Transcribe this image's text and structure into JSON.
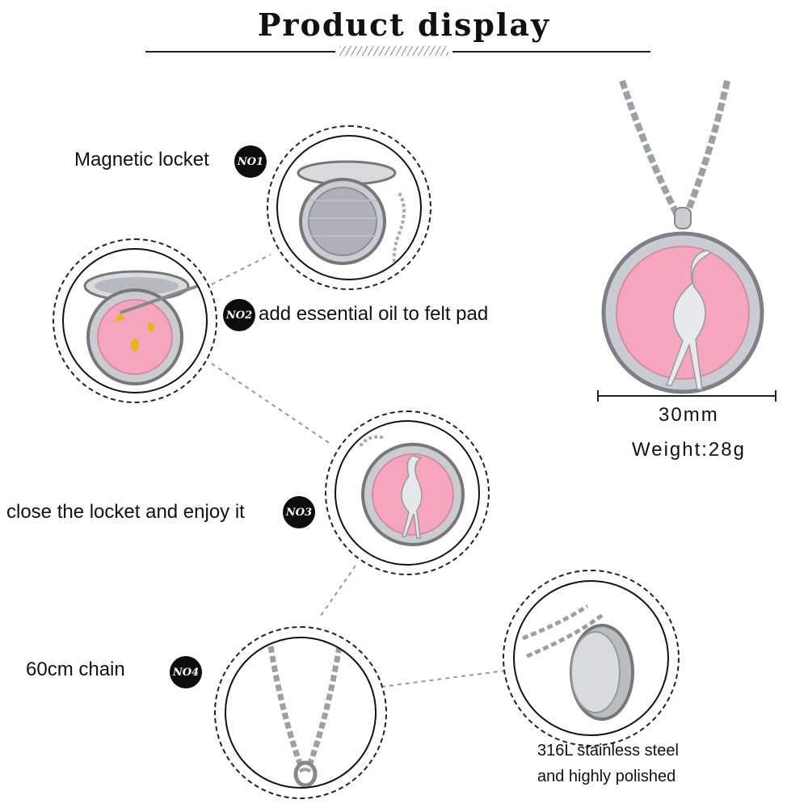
{
  "header": {
    "title": "Product display"
  },
  "steps": [
    {
      "badge": "NO1",
      "label": "Magnetic locket"
    },
    {
      "badge": "NO2",
      "label": "add essential oil to felt pad"
    },
    {
      "badge": "NO3",
      "label": "close the locket and enjoy it"
    },
    {
      "badge": "NO4",
      "label": "60cm chain"
    }
  ],
  "material": {
    "line1": "316L stainless steel",
    "line2": "and highly polished"
  },
  "specs": {
    "size": "30mm",
    "weight": "Weight:28g"
  },
  "colors": {
    "felt": "#f3a6bd",
    "steel": "#c9ccd1",
    "oil": "#e9b415",
    "ink": "#111111"
  }
}
